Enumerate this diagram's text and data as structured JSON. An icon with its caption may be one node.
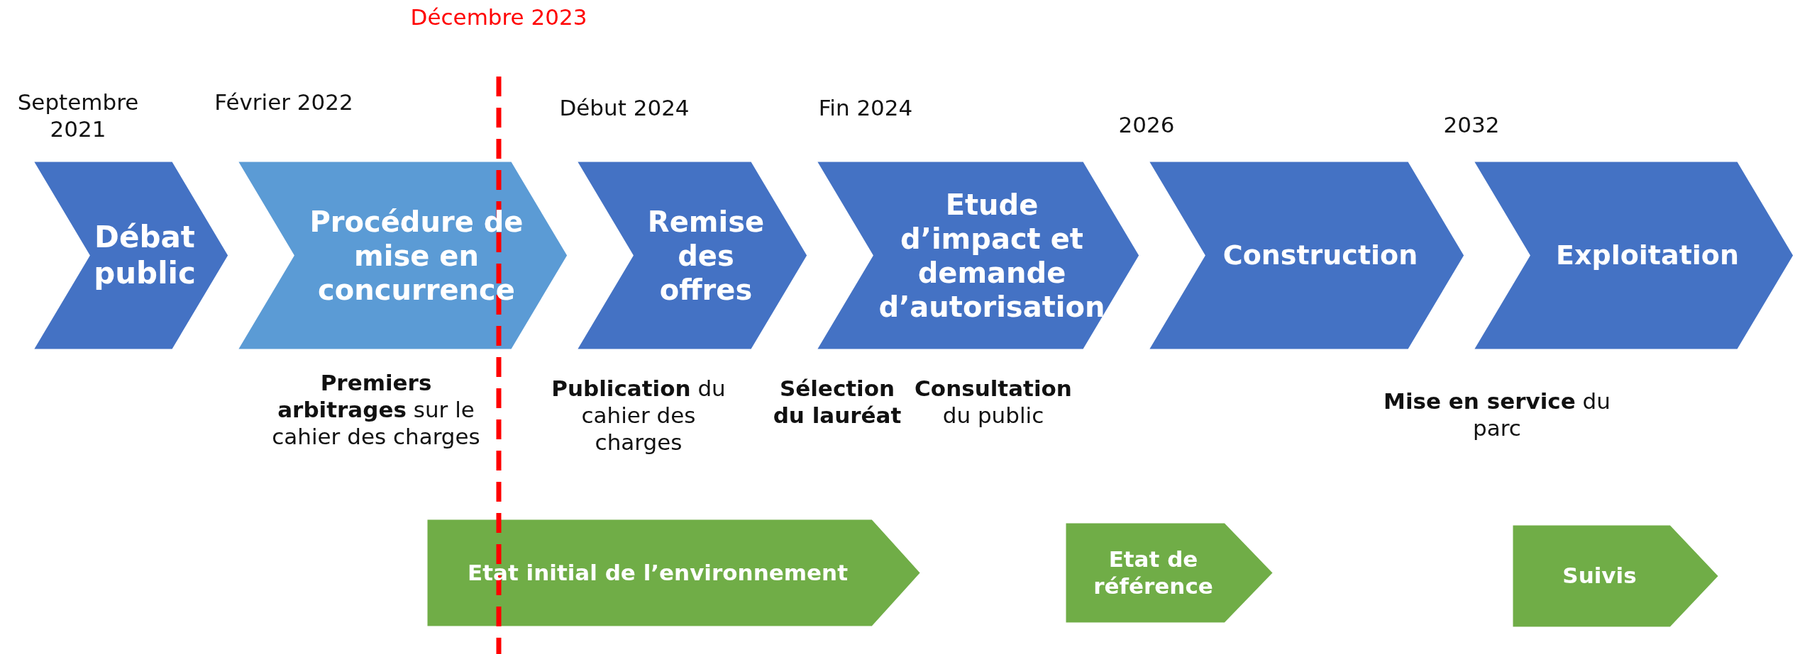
{
  "diagram": {
    "nodes": [
      {
        "text": [
          "Débat public"
        ]
      },
      {
        "text": [
          "Procédure de mise en concurrence"
        ]
      },
      {
        "text": [
          "Remise des offres"
        ]
      },
      {
        "text": [
          "Etude d’impact et demande d’autorisation"
        ]
      },
      {
        "text": [
          "Construction"
        ]
      },
      {
        "text": [
          "Exploitation"
        ]
      },
      {
        "text": [
          "Etat initial de l’environnement"
        ]
      },
      {
        "text": [
          "Etat de référence"
        ]
      },
      {
        "text": [
          "Suivis"
        ]
      }
    ],
    "labels": [
      "Décembre 2023",
      "Septembre 2021",
      "Février 2022",
      "Début 2024",
      "Fin 2024",
      "2026",
      "2032",
      "**Premiers arbitrages** sur le cahier des charges",
      "**Publication** du cahier des charges",
      "Sélection du lauréat",
      "**Consultation** du public",
      "**Mise en service** du parc"
    ]
  }
}
